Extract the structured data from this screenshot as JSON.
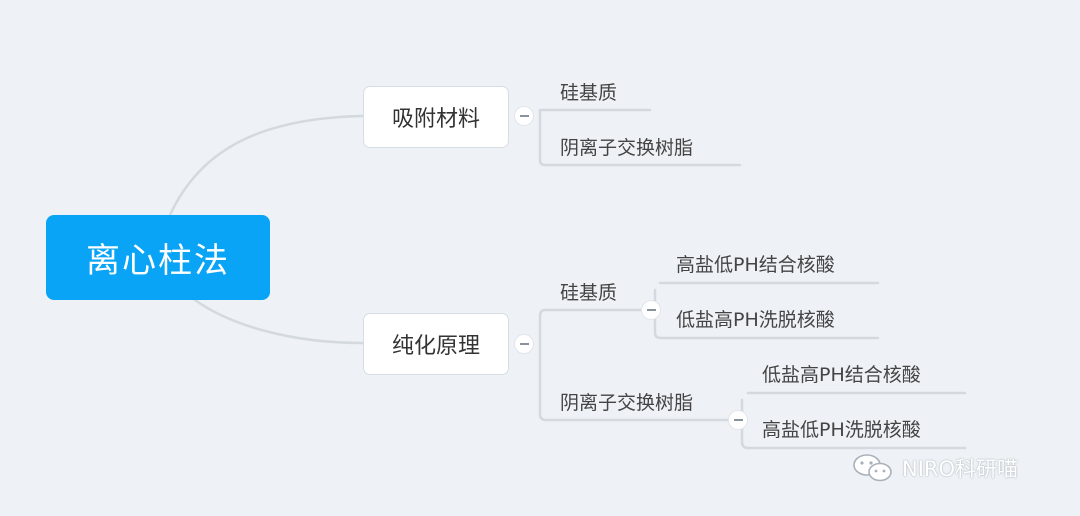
{
  "mindmap": {
    "root": "离心柱法",
    "branches": [
      {
        "label": "吸附材料",
        "children": [
          {
            "label": "硅基质"
          },
          {
            "label": "阴离子交换树脂"
          }
        ]
      },
      {
        "label": "纯化原理",
        "children": [
          {
            "label": "硅基质",
            "children": [
              {
                "label": "高盐低PH结合核酸"
              },
              {
                "label": "低盐高PH洗脱核酸"
              }
            ]
          },
          {
            "label": "阴离子交换树脂",
            "children": [
              {
                "label": "低盐高PH结合核酸"
              },
              {
                "label": "高盐低PH洗脱核酸"
              }
            ]
          }
        ]
      }
    ]
  },
  "watermark": {
    "text": "NIRO科研喵",
    "icon": "wechat-icon"
  },
  "colors": {
    "root_fill": "#0aa4f6",
    "background": "#eef2f6",
    "connector": "#d3d9df"
  }
}
